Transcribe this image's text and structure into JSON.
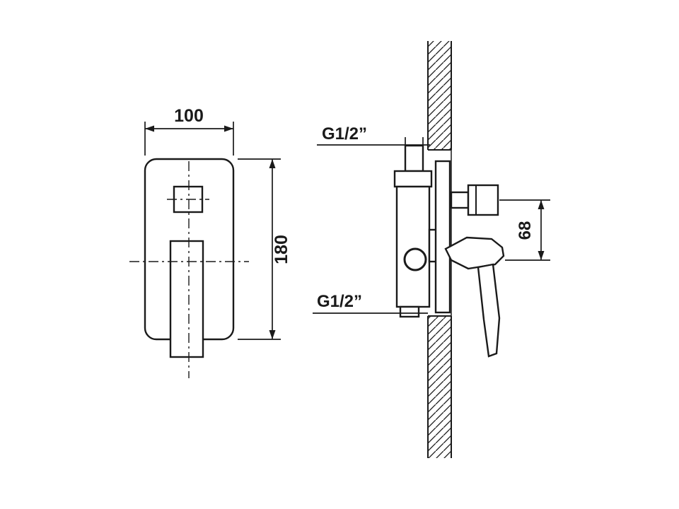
{
  "drawing": {
    "title": "concealed-shower-mixer-technical-drawing",
    "line_color": "#1a1a1a",
    "background": "#ffffff"
  },
  "front_view": {
    "width_label": "100",
    "height_label": "180"
  },
  "side_view": {
    "top_connection_label": "G1/2”",
    "bottom_connection_label": "G1/2”",
    "offset_label": "68"
  }
}
